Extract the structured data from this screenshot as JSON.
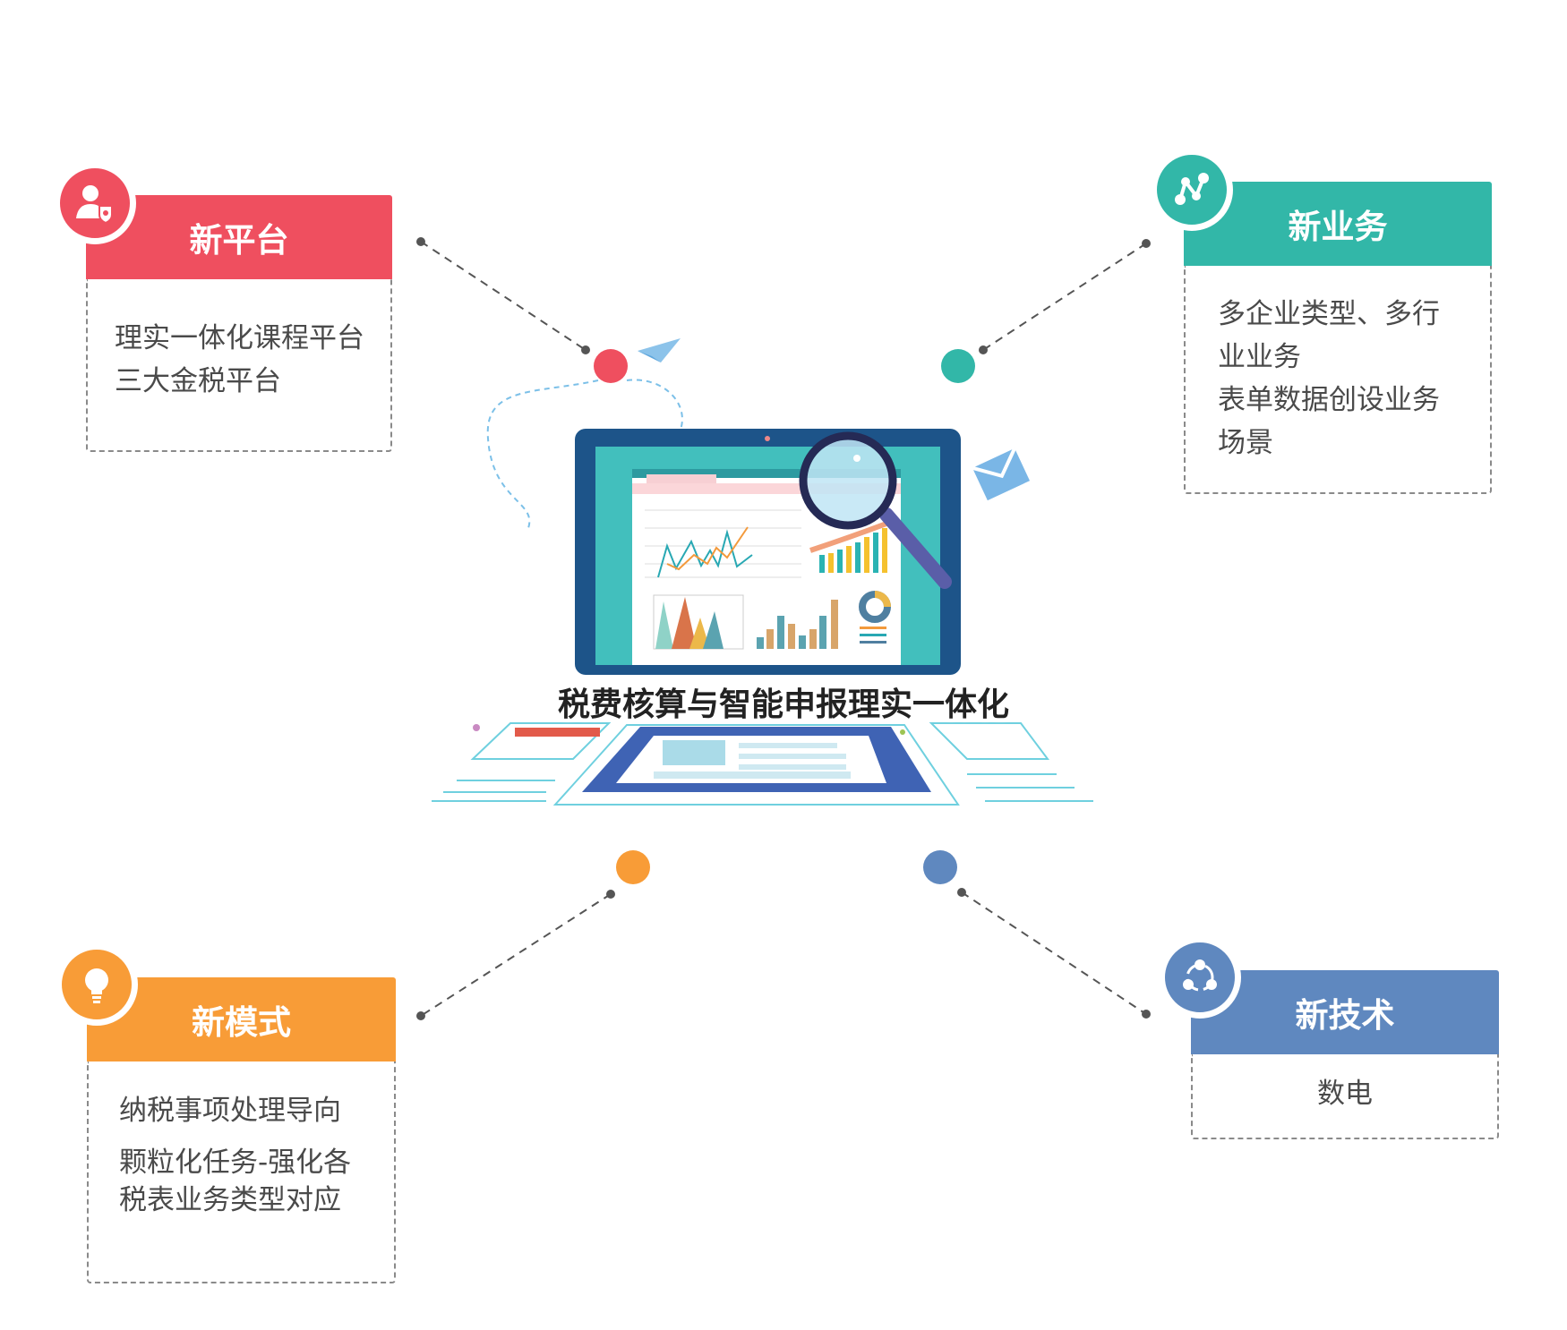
{
  "center": {
    "title": "税费核算与智能申报理实一体化"
  },
  "cards": [
    {
      "title": "新平台",
      "lines": [
        "理实一体化课程平台",
        "三大金税平台"
      ],
      "color": "#ef4f5f",
      "icon": "user-shield-icon"
    },
    {
      "title": "新业务",
      "lines": [
        "多企业类型、多行",
        "业业务",
        "表单数据创设业务",
        "场景"
      ],
      "color": "#32b7a8",
      "icon": "network-nodes-icon"
    },
    {
      "title": "新模式",
      "lines": [
        "纳税事项处理导向",
        "颗粒化任务-强化各",
        "税表业务类型对应"
      ],
      "color": "#f89c37",
      "icon": "lightbulb-icon"
    },
    {
      "title": "新技术",
      "lines": [
        "数电"
      ],
      "color": "#5f88bf",
      "icon": "share-cycle-icon"
    }
  ]
}
